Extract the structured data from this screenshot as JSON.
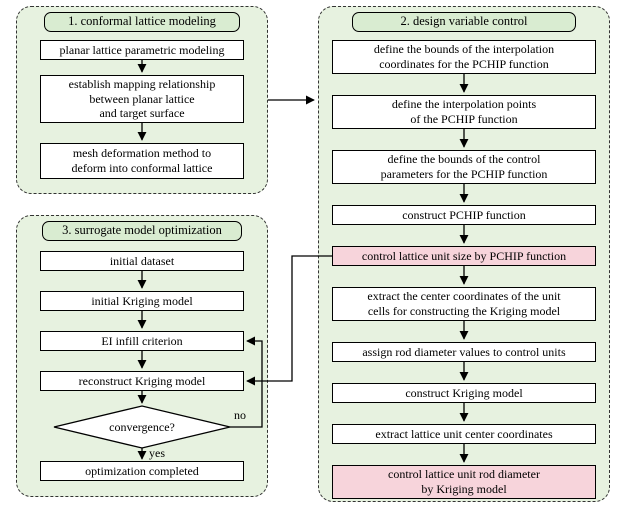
{
  "figure": {
    "colors": {
      "container_fill": "#e7f2e0",
      "title_fill": "#d9ecd1",
      "highlight_fill": "#f7d4db",
      "box_fill": "#ffffff",
      "line": "#000000"
    },
    "sections": [
      {
        "title": "1. conformal lattice modeling",
        "nodes": [
          {
            "lines": [
              "planar lattice parametric modeling"
            ]
          },
          {
            "lines": [
              "establish mapping relationship",
              "between planar lattice",
              "and target surface"
            ]
          },
          {
            "lines": [
              "mesh deformation method to",
              "deform into conformal lattice"
            ]
          }
        ]
      },
      {
        "title": "2. design variable control",
        "nodes": [
          {
            "lines": [
              "define the bounds of the interpolation",
              "coordinates for the PCHIP function"
            ]
          },
          {
            "lines": [
              "define the interpolation points",
              "of the PCHIP function"
            ]
          },
          {
            "lines": [
              "define the bounds of the control",
              "parameters for the PCHIP function"
            ]
          },
          {
            "lines": [
              "construct PCHIP function"
            ]
          },
          {
            "lines": [
              "control lattice unit size by PCHIP function"
            ],
            "highlight": true
          },
          {
            "lines": [
              "extract the center coordinates of the unit",
              "cells for constructing the Kriging model"
            ]
          },
          {
            "lines": [
              "assign rod diameter values to control units"
            ]
          },
          {
            "lines": [
              "construct Kriging model"
            ]
          },
          {
            "lines": [
              "extract lattice unit center coordinates"
            ]
          },
          {
            "lines": [
              "control lattice unit rod diameter",
              "by Kriging model"
            ],
            "highlight": true
          }
        ]
      },
      {
        "title": "3. surrogate model optimization",
        "nodes": [
          {
            "lines": [
              "initial dataset"
            ]
          },
          {
            "lines": [
              "initial Kriging model"
            ]
          },
          {
            "lines": [
              "EI infill criterion"
            ]
          },
          {
            "lines": [
              "reconstruct Kriging model"
            ]
          },
          {
            "lines": [
              "convergence?"
            ],
            "shape": "diamond"
          },
          {
            "lines": [
              "optimization completed"
            ]
          }
        ]
      }
    ],
    "edge_labels": {
      "no": "no",
      "yes": "yes"
    }
  }
}
